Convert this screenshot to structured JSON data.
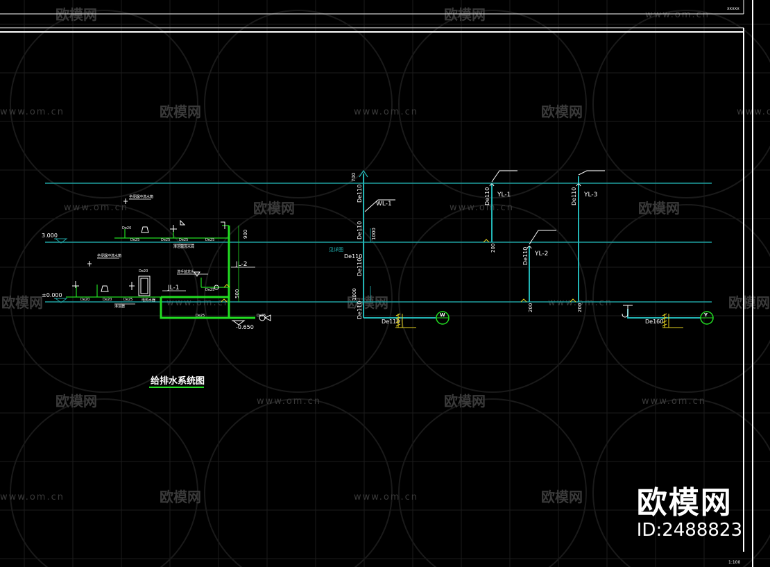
{
  "drawing": {
    "title": "给排水系统图",
    "corner_top": "xxxxx",
    "corner_bottom": "1:100"
  },
  "colors": {
    "level_line": "#1f9f9f",
    "pipe_supply": "#22dd22",
    "pipe_drain": "#22b5b5",
    "text": "#ffffff",
    "hatch": "#e6d21e",
    "grid": "#1c1c1c"
  },
  "levels": {
    "upper": "3.000",
    "ground": "±0.000",
    "outdoor": "-0.650"
  },
  "supply": {
    "riser_1": "JL-1",
    "riser_2": "JL-2",
    "pipe_sizes": [
      "De25",
      "De25",
      "De25",
      "De25",
      "De25",
      "De20",
      "De20",
      "De25",
      "De25",
      "De25",
      "De20",
      "De20"
    ],
    "dims": [
      "900",
      "500"
    ],
    "fixture_labels": [
      "坐便器冲洗水箱",
      "坐便器冲洗水箱",
      "淋浴器混水阀",
      "洗手盆龙头",
      "淋浴器",
      "电热水器"
    ]
  },
  "drain": {
    "risers": [
      {
        "name": "WL-1",
        "size": "De110"
      },
      {
        "name": "YL-1",
        "size": "De110"
      },
      {
        "name": "YL-2",
        "size": "De110"
      },
      {
        "name": "YL-3",
        "size": "De110"
      }
    ],
    "riser_dims": [
      "700",
      "1000",
      "1000"
    ],
    "stub_dims": [
      "200",
      "200",
      "200"
    ],
    "pipe_sizes": [
      "De110",
      "De110",
      "De110",
      "De110",
      "De110",
      "De160"
    ],
    "floor_drain_label": "见详图",
    "outlet_w": "W",
    "outlet_y": "Y"
  },
  "watermark": {
    "text": "欧模网",
    "url": "www.om.cn",
    "brand": "欧模网",
    "id": "ID:2488823"
  }
}
